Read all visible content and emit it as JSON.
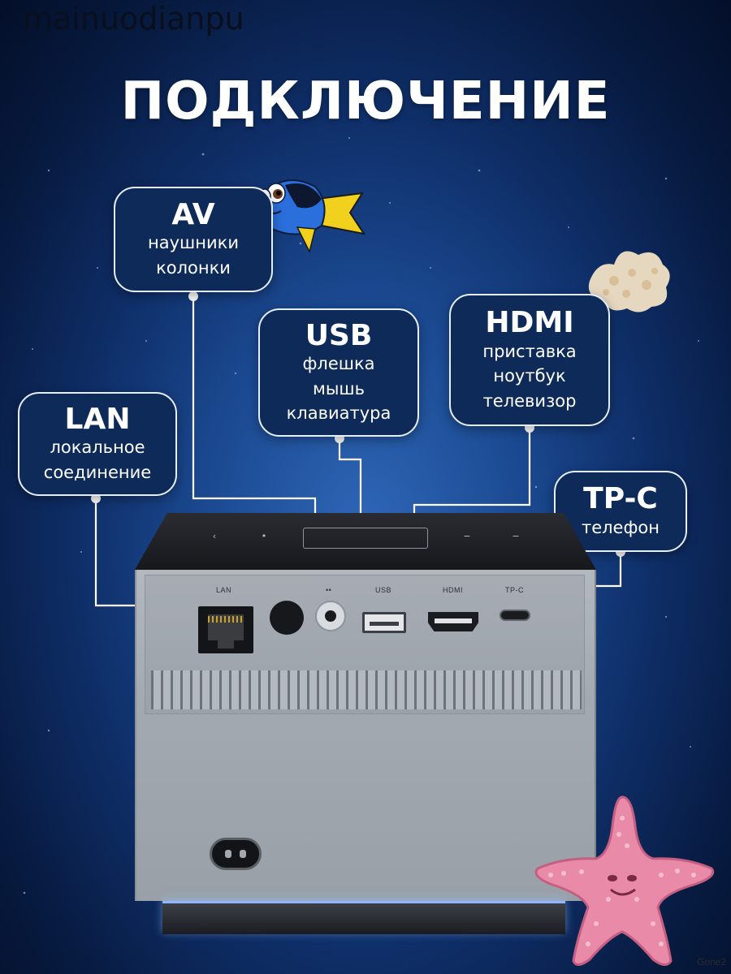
{
  "watermark_top": "mainuodianpu",
  "watermark_bottom": "Gone2",
  "headline": "ПОДКЛЮЧЕНИЕ",
  "callouts": {
    "av": {
      "title": "AV",
      "lines": [
        "наушники",
        "колонки"
      ]
    },
    "usb": {
      "title": "USB",
      "lines": [
        "флешка",
        "мышь",
        "клавиатура"
      ]
    },
    "hdmi": {
      "title": "HDMI",
      "lines": [
        "приставка",
        "ноутбук",
        "телевизор"
      ]
    },
    "lan": {
      "title": "LAN",
      "lines": [
        "локальное",
        "соединение"
      ]
    },
    "tpc": {
      "title": "TP-C",
      "lines": [
        "телефон"
      ]
    }
  },
  "device": {
    "port_labels": {
      "lan": "LAN",
      "audio": "••",
      "usb": "USB",
      "hdmi": "HDMI",
      "tpc": "TP-C"
    }
  },
  "colors": {
    "background": "#1b4a92",
    "callout_fill": "#0d2a58",
    "callout_border": "#e6eef9",
    "connector_line": "#ffffff"
  },
  "icons": [
    "clownfish-blue-tang-character",
    "starfish-character",
    "coral-piece",
    "lan-port-icon",
    "power-button-icon",
    "audio-jack-icon",
    "usb-port-icon",
    "hdmi-port-icon",
    "typec-port-icon",
    "ac-power-port-icon"
  ]
}
